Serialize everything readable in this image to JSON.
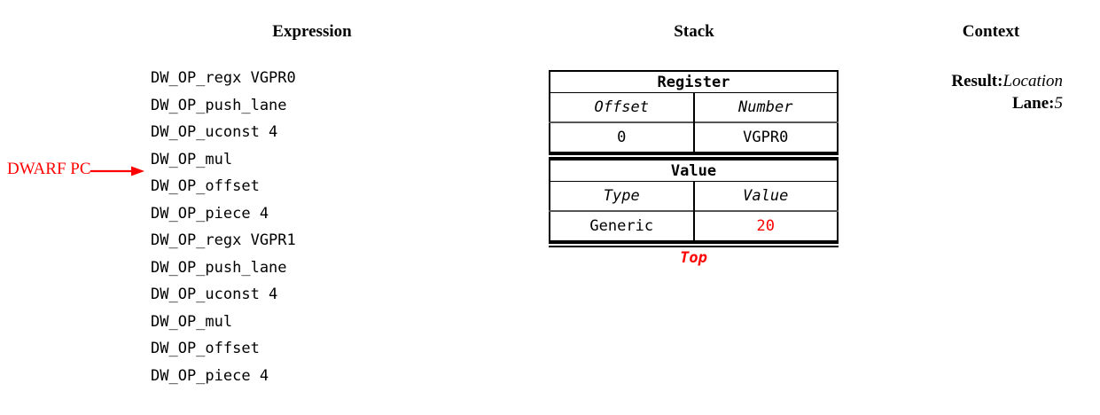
{
  "headings": {
    "expression": "Expression",
    "stack": "Stack",
    "context": "Context"
  },
  "expression": {
    "lines": [
      "DW_OP_regx VGPR0",
      "DW_OP_push_lane",
      "DW_OP_uconst 4",
      "DW_OP_mul",
      "DW_OP_offset",
      "DW_OP_piece 4",
      "DW_OP_regx VGPR1",
      "DW_OP_push_lane",
      "DW_OP_uconst 4",
      "DW_OP_mul",
      "DW_OP_offset",
      "DW_OP_piece 4"
    ],
    "pc_marker": {
      "label": "DWARF PC",
      "color": "#ff0000",
      "points_at_line_index": 4
    }
  },
  "stack": {
    "entries": [
      {
        "title": "Register",
        "columns": [
          "Offset",
          "Number"
        ],
        "values": [
          "0",
          "VGPR0"
        ],
        "value_colors": [
          "#000000",
          "#000000"
        ]
      },
      {
        "title": "Value",
        "columns": [
          "Type",
          "Value"
        ],
        "values": [
          "Generic",
          "20"
        ],
        "value_colors": [
          "#000000",
          "#ff0000"
        ]
      }
    ],
    "top_label": "Top",
    "top_label_color": "#ff0000"
  },
  "context": {
    "rows": [
      {
        "key": "Result:",
        "value": "Location"
      },
      {
        "key": "Lane:",
        "value": "5"
      }
    ]
  }
}
